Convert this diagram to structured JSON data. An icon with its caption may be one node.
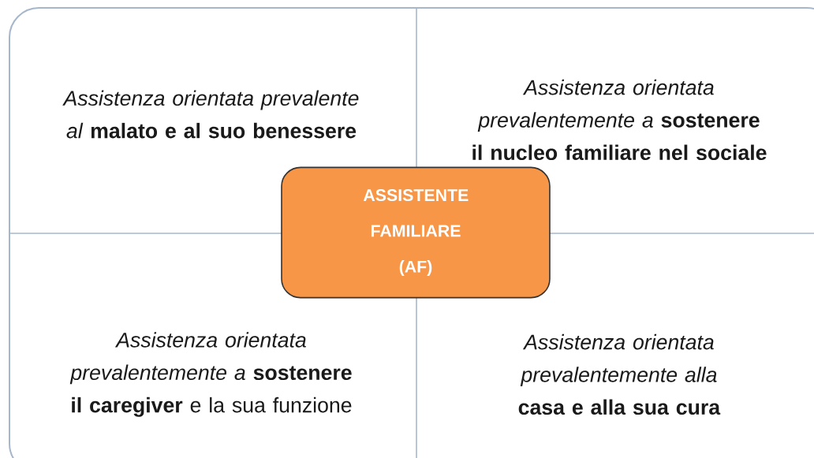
{
  "diagram": {
    "nodes": [
      {
        "text": [],
        "shape": "box"
      },
      {
        "text": [
          "*Assistenza orientata prevalente al* **malato e al suo benessere**"
        ],
        "in": 0
      },
      {
        "text": [
          "*Assistenza orientata prevalentemente a* **sostenere il nucleo familiare nel sociale**"
        ],
        "in": 0
      },
      {
        "text": [
          "ASSISTENTE FAMILIARE (AF)"
        ],
        "in": 0
      },
      {
        "text": [
          "*Assistenza orientata prevalentemente a* **sostenere il caregiver** e la sua funzione"
        ],
        "in": 0
      },
      {
        "text": [
          "*Assistenza orientata prevalentemente alla* **casa e alla sua cura**"
        ],
        "in": 0
      }
    ]
  }
}
